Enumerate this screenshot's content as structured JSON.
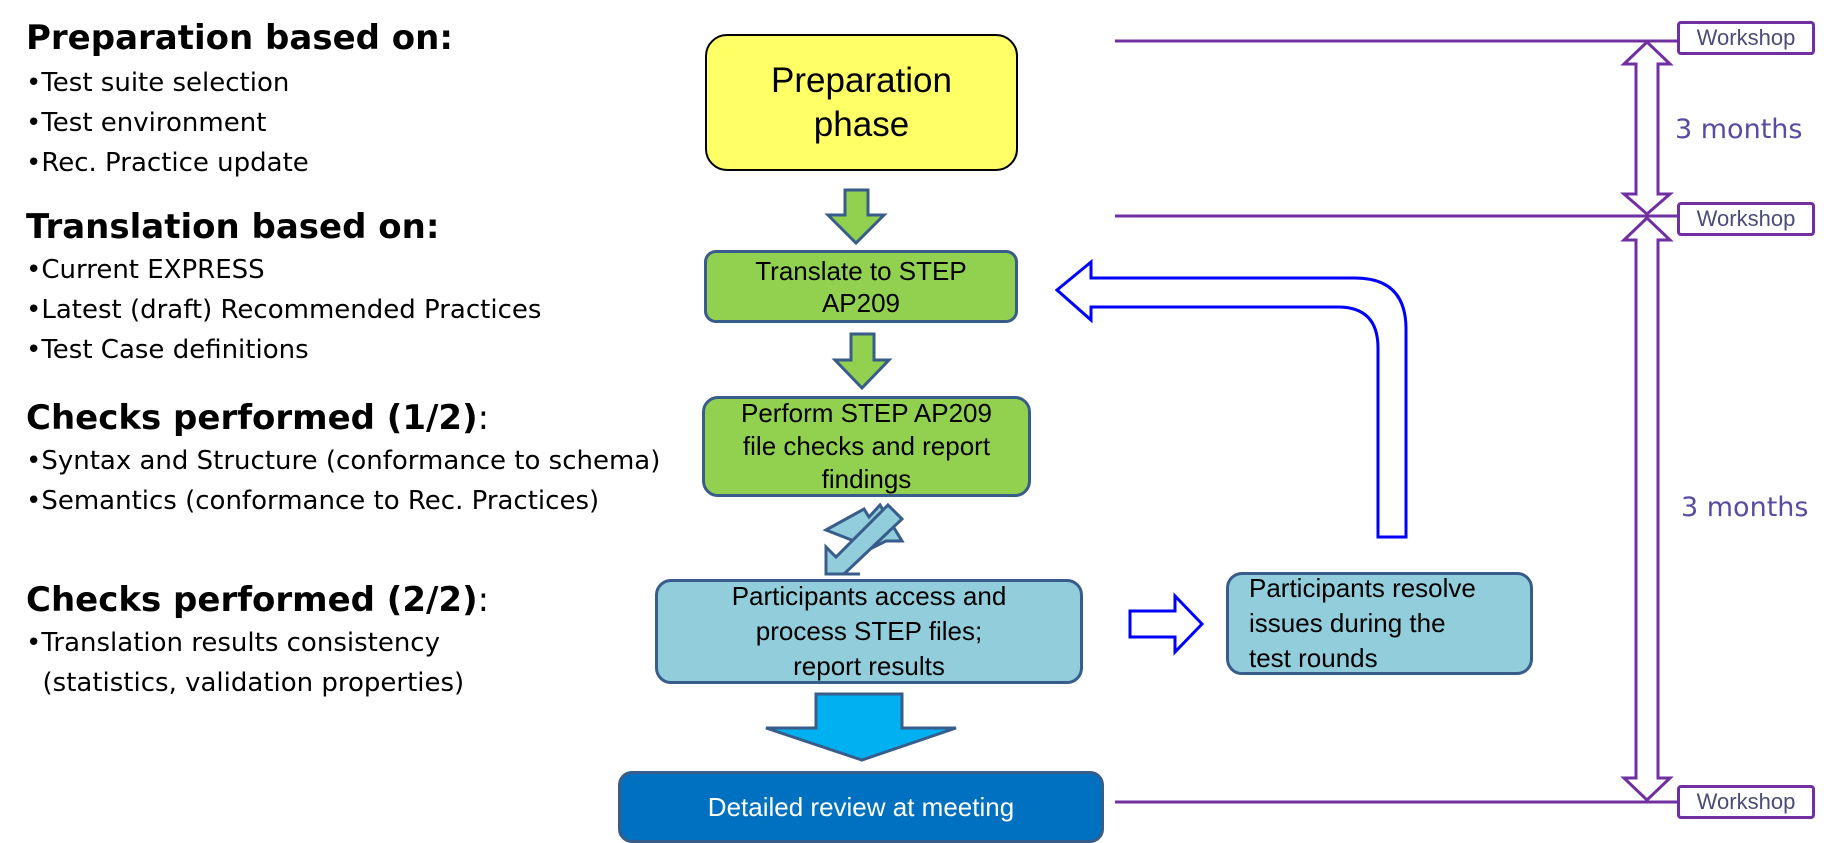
{
  "sections": [
    {
      "heading": "Preparation based on:",
      "suffix": "",
      "bullets": [
        "•Test suite selection",
        "•Test environment",
        "•Rec. Practice update"
      ]
    },
    {
      "heading": "Translation based on:",
      "suffix": "",
      "bullets": [
        "•Current EXPRESS",
        "•Latest (draft) Recommended  Practices",
        "•Test Case definitions"
      ]
    },
    {
      "heading": "Checks performed (1/2)",
      "suffix": ":",
      "bullets": [
        "•Syntax and Structure (conformance to schema)",
        "•Semantics (conformance to Rec. Practices)"
      ]
    },
    {
      "heading": "Checks performed (2/2)",
      "suffix": ":",
      "bullets": [
        "•Translation results consistency",
        "  (statistics, validation properties)"
      ]
    }
  ],
  "flow": {
    "preparation": "Preparation\nphase",
    "translate": "Translate to STEP\nAP209",
    "checks": "Perform STEP AP209\nfile checks and report\nfindings",
    "participants": "Participants access and\nprocess STEP files;\nreport results",
    "resolve": "Participants resolve\nissues during the\ntest rounds",
    "review": "Detailed review at meeting"
  },
  "timeline": {
    "workshop_top": "Workshop",
    "workshop_mid": "Workshop",
    "workshop_bottom": "Workshop",
    "duration_1": "3 months",
    "duration_2": "3 months"
  },
  "colors": {
    "preparation": "#ffff66",
    "green": "#92d050",
    "light_blue": "#92cddc",
    "review": "#0070c0",
    "blue_arrow": "#00b0f0",
    "outline": "#385d8a",
    "feedback": "#0000ff",
    "purple": "#7030a0"
  }
}
